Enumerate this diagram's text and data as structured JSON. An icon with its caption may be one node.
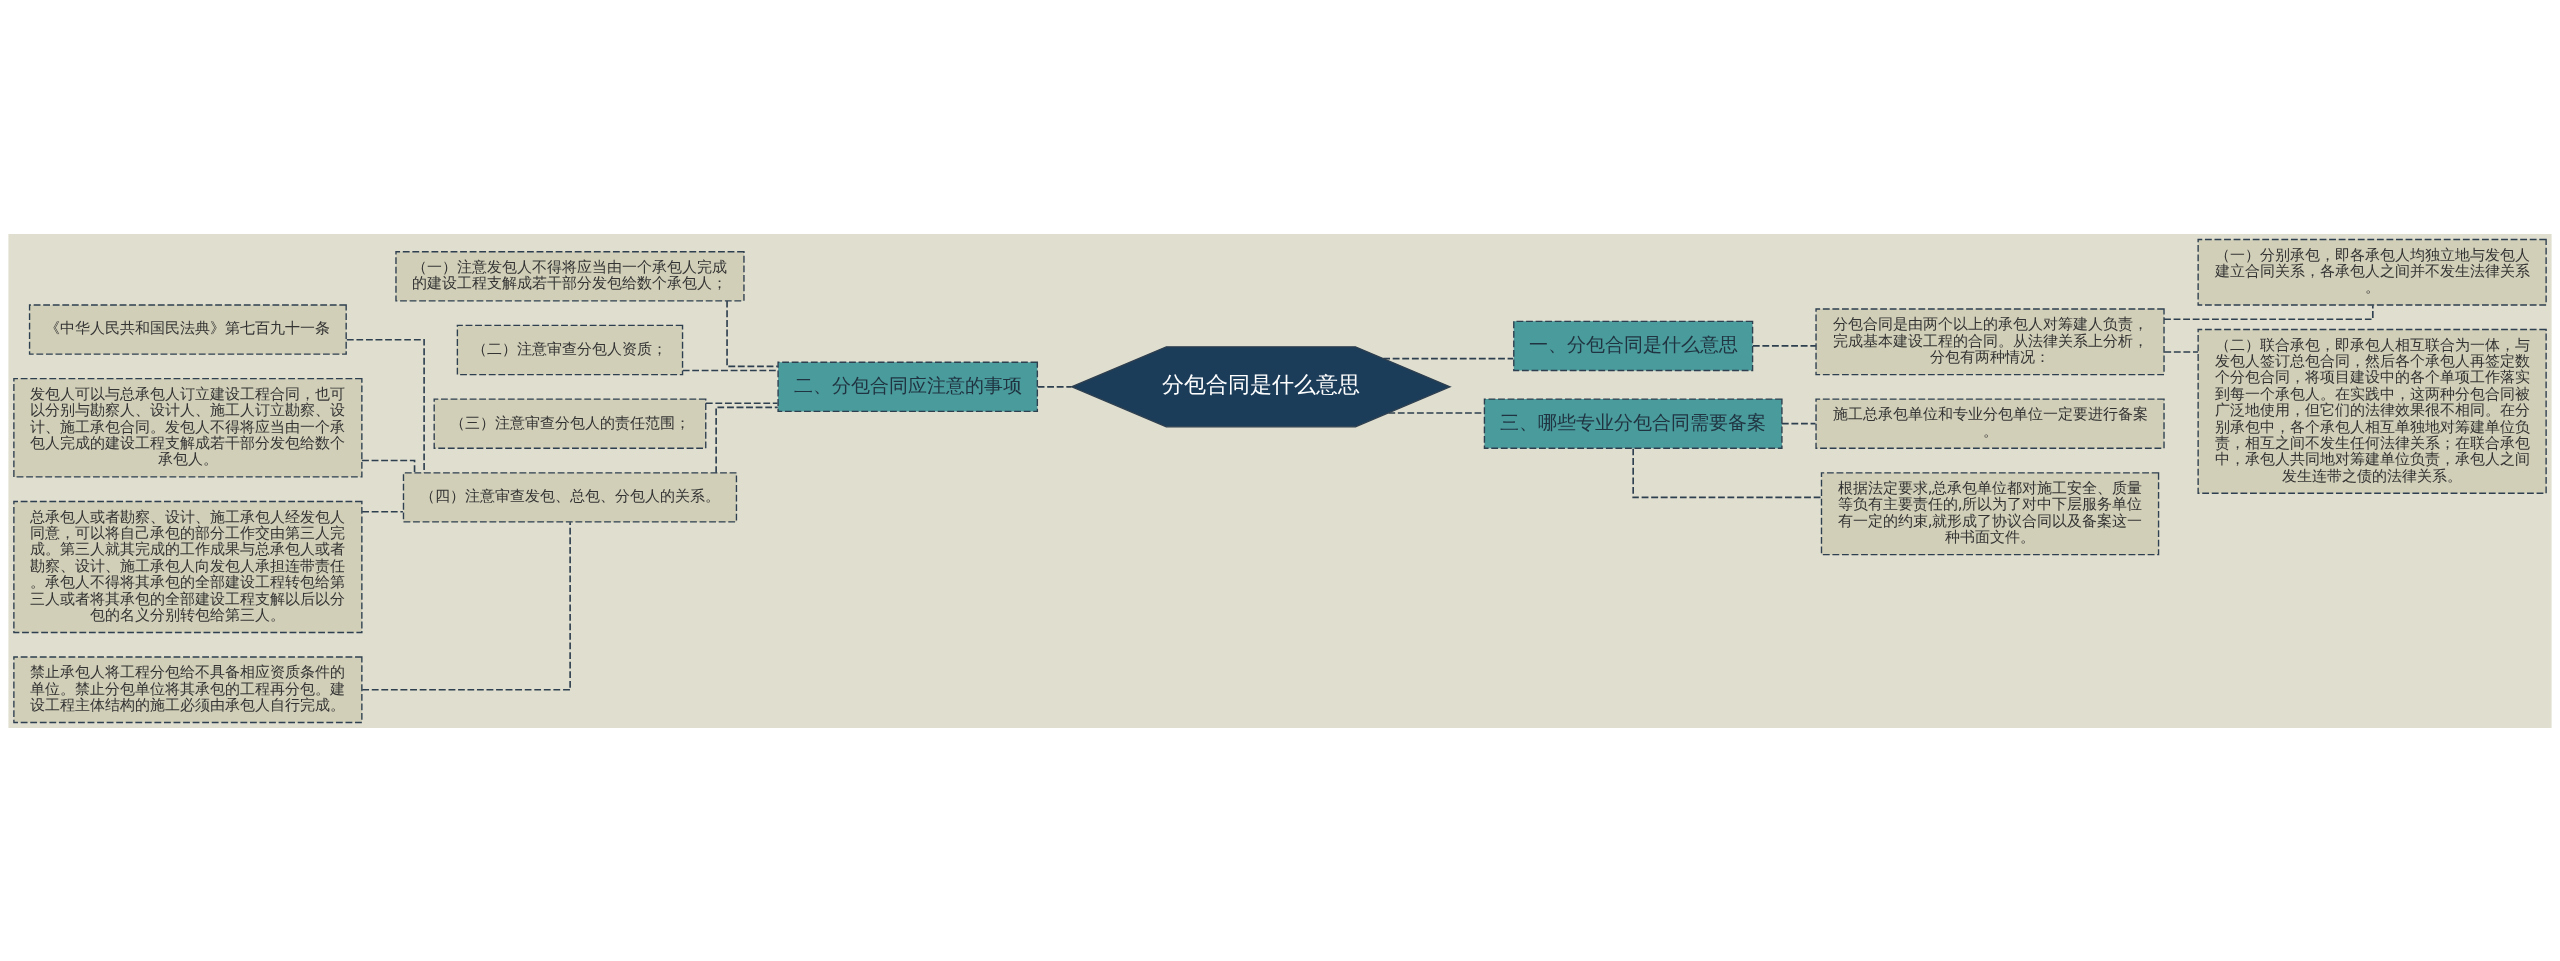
{
  "diagram": {
    "nodes": [
      {
        "text": [
          "分包合同是什么意思"
        ]
      },
      {
        "text": [
          "一、分包合同是什么意思"
        ]
      },
      {
        "text": [
          "分包合同是由两个以上的承包人对筹建人负责，完成基本建设工程的合同。从法律关系上分析，分包有两种情况："
        ]
      },
      {
        "text": [
          "（一）分别承包，即各承包人均独立地与发包人建立合同关系，各承包人之间并不发生法律关系。"
        ]
      },
      {
        "text": [
          "（二）联合承包，即承包人相互联合为一体，与发包人签订总包合同，然后各个承包人再签定数个分包合同，将项目建设中的各个单项工作落实到每一个承包人。在实践中，这两种分包合同被广泛地使用，但它们的法律效果很不相同。在分别承包中，各个承包人相互单独地对筹建单位负责，相互之间不发生任何法律关系；在联合承包中，承包人共同地对筹建单位负责，承包人之间发生连带之债的法律关系。"
        ]
      },
      {
        "text": [
          "三、哪些专业分包合同需要备案"
        ]
      },
      {
        "text": [
          "施工总承包单位和专业分包单位一定要进行备案。"
        ]
      },
      {
        "text": [
          "根据法定要求,总承包单位都对施工安全、质量等负有主要责任的,所以为了对中下层服务单位有一定的约束,就形成了协议合同以及备案这一种书面文件。"
        ]
      },
      {
        "text": [
          "二、分包合同应注意的事项"
        ]
      },
      {
        "text": [
          "（一）注意发包人不得将应当由一个承包人完成的建设工程支解成若干部分发包给数个承包人；"
        ]
      },
      {
        "text": [
          "（二）注意审查分包人资质；"
        ]
      },
      {
        "text": [
          "（三）注意审查分包人的责任范围；"
        ]
      },
      {
        "text": [
          "（四）注意审查发包、总包、分包人的关系。"
        ]
      },
      {
        "text": [
          "《中华人民共和国民法典》第七百九十一条"
        ]
      },
      {
        "text": [
          "发包人可以与总承包人订立建设工程合同，也可以分别与勘察人、设计人、施工人订立勘察、设计、施工承包合同。发包人不得将应当由一个承包人完成的建设工程支解成若干部分发包给数个承包人。"
        ]
      },
      {
        "text": [
          "总承包人或者勘察、设计、施工承包人经发包人同意，可以将自己承包的部分工作交由第三人完成。第三人就其完成的工作成果与总承包人或者勘察、设计、施工承包人向发包人承担连带责任。承包人不得将其承包的全部建设工程转包给第三人或者将其承包的全部建设工程支解以后以分包的名义分别转包给第三人。"
        ]
      },
      {
        "text": [
          "禁止承包人将工程分包给不具备相应资质条件的单位。禁止分包单位将其承包的工程再分包。建设工程主体结构的施工必须由承包人自行完成。"
        ]
      }
    ],
    "edges": [
      {
        "from": 0,
        "to": 1,
        "arrow": "none",
        "style": "dashed"
      },
      {
        "from": 1,
        "to": 2,
        "arrow": "none",
        "style": "dashed"
      },
      {
        "from": 2,
        "to": 3,
        "arrow": "none",
        "style": "dashed"
      },
      {
        "from": 2,
        "to": 4,
        "arrow": "none",
        "style": "dashed"
      },
      {
        "from": 0,
        "to": 5,
        "arrow": "none",
        "style": "dashed"
      },
      {
        "from": 5,
        "to": 6,
        "arrow": "none",
        "style": "dashed"
      },
      {
        "from": 5,
        "to": 7,
        "arrow": "none",
        "style": "dashed"
      },
      {
        "from": 0,
        "to": 8,
        "arrow": "none",
        "style": "dashed"
      },
      {
        "from": 8,
        "to": 9,
        "arrow": "none",
        "style": "dashed"
      },
      {
        "from": 8,
        "to": 10,
        "arrow": "none",
        "style": "dashed"
      },
      {
        "from": 8,
        "to": 11,
        "arrow": "none",
        "style": "dashed"
      },
      {
        "from": 8,
        "to": 12,
        "arrow": "none",
        "style": "dashed"
      },
      {
        "from": 12,
        "to": 13,
        "arrow": "none",
        "style": "dashed"
      },
      {
        "from": 12,
        "to": 14,
        "arrow": "none",
        "style": "dashed"
      },
      {
        "from": 12,
        "to": 15,
        "arrow": "none",
        "style": "dashed"
      },
      {
        "from": 12,
        "to": 16,
        "arrow": "none",
        "style": "dashed"
      }
    ]
  }
}
